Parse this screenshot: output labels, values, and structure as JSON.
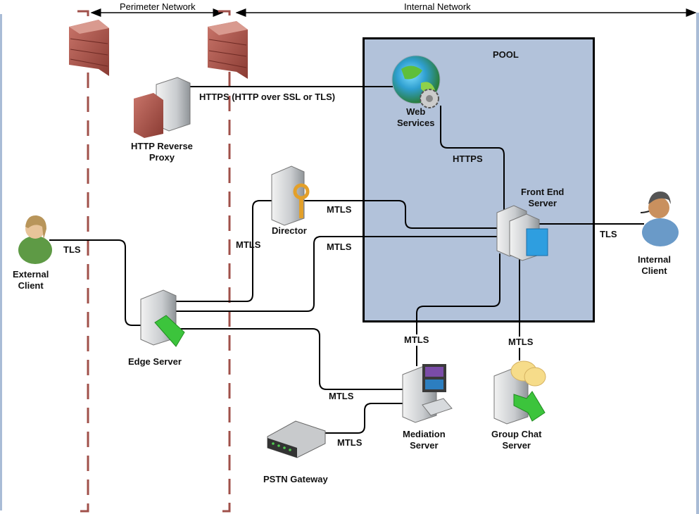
{
  "zones": {
    "perimeter_label": "Perimeter Network",
    "internal_label": "Internal Network",
    "pool_label": "POOL"
  },
  "nodes": {
    "external_client": "External\nClient",
    "internal_client": "Internal\nClient",
    "http_reverse_proxy": "HTTP Reverse\nProxy",
    "web_services": "Web\nServices",
    "front_end_server": "Front End\nServer",
    "director": "Director",
    "edge_server": "Edge Server",
    "mediation_server": "Mediation\nServer",
    "group_chat_server": "Group Chat\nServer",
    "pstn_gateway": "PSTN Gateway"
  },
  "connections": {
    "proxy_web": "HTTPS (HTTP over SSL or TLS)",
    "web_frontend": "HTTPS",
    "director_frontend": "MTLS",
    "edge_director": "MTLS",
    "edge_frontend": "MTLS",
    "external_edge": "TLS",
    "frontend_internal": "TLS",
    "frontend_mediation": "MTLS",
    "frontend_groupchat": "MTLS",
    "edge_mediation": "MTLS",
    "pstn_mediation": "MTLS"
  },
  "colors": {
    "pool_fill": "#b2c2da",
    "firewall_line": "#a0504a",
    "connector": "#000000"
  }
}
